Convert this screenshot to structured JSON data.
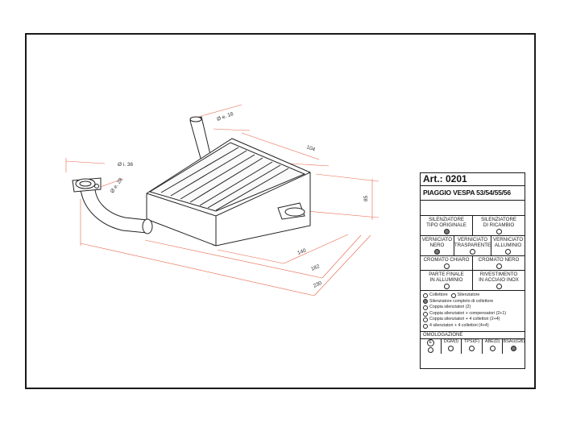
{
  "drawing": {
    "dimensions": {
      "d_exit": "Ø e. 18",
      "d_inlet": "Ø i. 36",
      "d_pipe": "Ø e. 28",
      "len_104": "104",
      "len_85": "85",
      "len_140": "140",
      "len_182": "182",
      "len_230": "230"
    }
  },
  "panel": {
    "article": "Art.: 0201",
    "model": "PIAGGIO VESPA 53/54/55/56",
    "type_row": [
      {
        "label_1": "SILENZIATORE",
        "label_2": "TIPO ORIGINALE",
        "selected": true
      },
      {
        "label_1": "SILENZIATORE",
        "label_2": "DI RICAMBIO",
        "selected": false
      }
    ],
    "finish_row": [
      {
        "label_1": "VERNICIATO",
        "label_2": "NERO",
        "selected": true
      },
      {
        "label_1": "VERNICIATO",
        "label_2": "TRASPARENTE",
        "selected": false
      },
      {
        "label_1": "VERNICIATO",
        "label_2": "ALLUMINIO",
        "selected": false
      }
    ],
    "chrome_row": [
      {
        "label_1": "CROMATO CHIARO",
        "selected": false
      },
      {
        "label_1": "CROMATO NERO",
        "selected": false
      }
    ],
    "extra_row": [
      {
        "label_1": "PARTE FINALE",
        "label_2": "IN ALLUMINIO",
        "selected": false
      },
      {
        "label_1": "RIVESTIMENTO",
        "label_2": "IN ACCIAIO INOX",
        "selected": false
      }
    ],
    "options": [
      {
        "text": "Collettore",
        "text2": "Silenziatore",
        "selected": false
      },
      {
        "text": "Silenziatore completo di collettore",
        "selected": true
      },
      {
        "text": "Coppia silenziatori (2)",
        "selected": false
      },
      {
        "text": "Coppia silenziatori + compensatori (2+1)",
        "selected": false
      },
      {
        "text": "Coppia silenziatori + 4 collettori (2+4)",
        "selected": false
      },
      {
        "text": "4 silenziatori + 4 collettori (4+4)",
        "selected": false
      }
    ],
    "homologation_label": "OMOLOGAZIONE",
    "homologation": [
      {
        "label": "E",
        "selected": false
      },
      {
        "label": "DGM(I)",
        "selected": false
      },
      {
        "label": "TPSI(F)",
        "selected": false
      },
      {
        "label": "ABE(D)",
        "selected": false
      },
      {
        "label": "BSAU(GB)",
        "selected": true
      }
    ]
  }
}
